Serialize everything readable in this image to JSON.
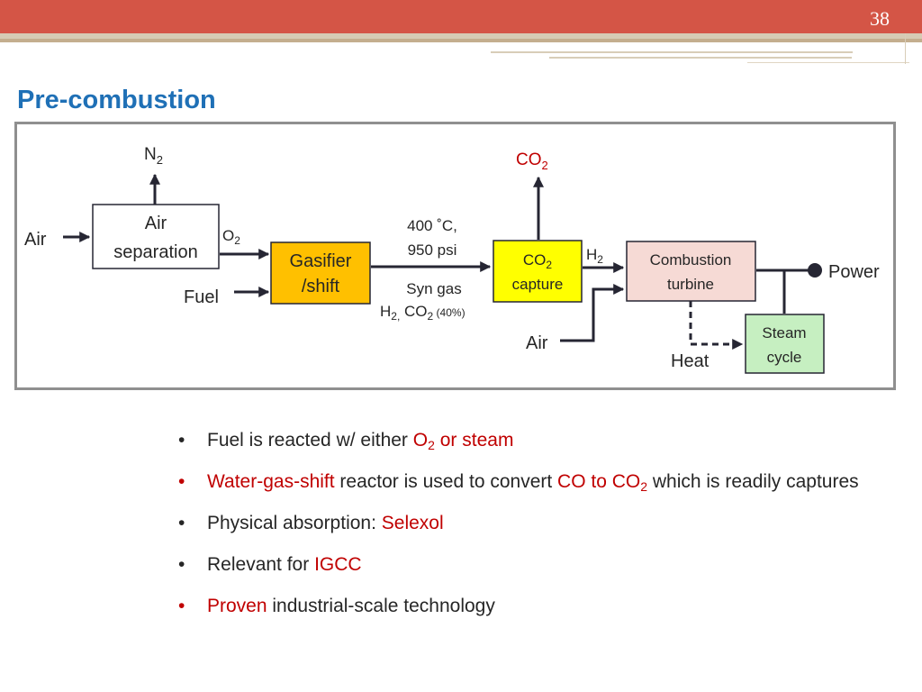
{
  "slide": {
    "number": "38",
    "title": "Pre-combustion"
  },
  "colors": {
    "accent_red": "#c00000",
    "title_blue": "#1f70b6",
    "header_red": "#d45546",
    "text": "#262626"
  },
  "diagram": {
    "labels": {
      "air_in": "Air",
      "n2": "N",
      "n2_sub": "2",
      "o2": "O",
      "o2_sub": "2",
      "fuel": "Fuel",
      "co2_out": "CO",
      "co2_out_sub": "2",
      "conditions_line1": "400 ˚C,",
      "conditions_line2": "950 psi",
      "syngas_line1": "Syn gas",
      "syngas_h2": "H",
      "syngas_h2_sub": "2,",
      "syngas_co2": " CO",
      "syngas_co2_sub": "2",
      "syngas_pct": " (40%)",
      "h2": "H",
      "h2_sub": "2",
      "air_turbine": "Air",
      "heat": "Heat",
      "power": "Power"
    },
    "boxes": {
      "air_separation": {
        "line1": "Air",
        "line2": "separation"
      },
      "gasifier": {
        "line1": "Gasifier",
        "line2": "/shift"
      },
      "co2_capture": {
        "line1": "CO",
        "line1_sub": "2",
        "line2": "capture"
      },
      "combustion_turbine": {
        "line1": "Combustion",
        "line2": "turbine"
      },
      "steam_cycle": {
        "line1": "Steam",
        "line2": "cycle"
      }
    },
    "box_colors": {
      "air_separation": "#ffffff",
      "gasifier": "#ffc000",
      "co2_capture": "#ffff00",
      "combustion_turbine": "#f6dad5",
      "steam_cycle": "#c6efc1"
    }
  },
  "bullets": [
    {
      "segments": [
        {
          "text": "Fuel is reacted w/ either ",
          "color": "#262626"
        },
        {
          "text": "O",
          "color": "#c00000"
        },
        {
          "text": "2",
          "color": "#c00000",
          "sub": true
        },
        {
          "text": " or steam",
          "color": "#c00000"
        }
      ]
    },
    {
      "segments": [
        {
          "text": "Water-gas-shift",
          "color": "#c00000"
        },
        {
          "text": " reactor is used to convert ",
          "color": "#262626"
        },
        {
          "text": "CO to CO",
          "color": "#c00000"
        },
        {
          "text": "2",
          "color": "#c00000",
          "sub": true
        },
        {
          "text": " which is readily captures",
          "color": "#262626"
        }
      ]
    },
    {
      "segments": [
        {
          "text": "Physical absorption: ",
          "color": "#262626"
        },
        {
          "text": "Selexol",
          "color": "#c00000"
        }
      ]
    },
    {
      "segments": [
        {
          "text": "Relevant for ",
          "color": "#262626"
        },
        {
          "text": "IGCC",
          "color": "#c00000"
        }
      ]
    },
    {
      "segments": [
        {
          "text": "Proven",
          "color": "#c00000"
        },
        {
          "text": " industrial-scale technology",
          "color": "#262626"
        }
      ]
    }
  ],
  "bullet_colors": [
    "#262626",
    "#c00000",
    "#262626",
    "#262626",
    "#c00000"
  ],
  "bullet_symbol": "•"
}
